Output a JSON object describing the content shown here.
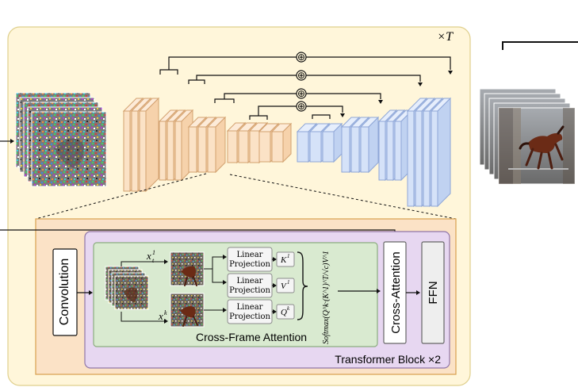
{
  "header": {
    "repeat_label": "×T"
  },
  "diagram": {
    "noise_stack": {
      "icon": "noisy-video-frames"
    },
    "output_stack": {
      "icon": "horse-video-frames"
    },
    "unet": {
      "skip_operator": "⊕"
    },
    "transformer_block": {
      "title": "Transformer Block ×2",
      "convolution_label": "Convolution",
      "cross_frame_attention": {
        "title": "Cross-Frame Attention",
        "x1_label": "x",
        "x1_sub": "t",
        "x1_sup": "1",
        "xk_label": "x",
        "xk_sub": "t",
        "xk_sup": "k",
        "projections": [
          {
            "label_line1": "Linear",
            "label_line2": "Projection",
            "output_base": "K",
            "output_sup": "1"
          },
          {
            "label_line1": "Linear",
            "label_line2": "Projection",
            "output_base": "V",
            "output_sup": "1"
          },
          {
            "label_line1": "Linear",
            "label_line2": "Projection",
            "output_base": "Q",
            "output_sup": "k"
          }
        ],
        "softmax_formula": "Softmax(Q^k·(K^1)^T/√c)V^1"
      },
      "cross_attention_label": "Cross-Attention",
      "ffn_label": "FFN"
    }
  }
}
